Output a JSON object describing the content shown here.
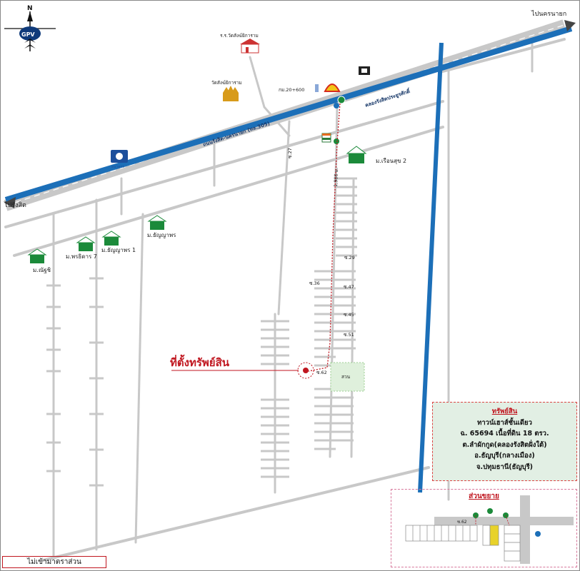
{
  "compass": {
    "north": "N",
    "logo": "GPV",
    "icon": "north-arrow-icon"
  },
  "directions": {
    "nakhon_nayok": "ไปนครนายก",
    "rangsit": "ไปรังสิต"
  },
  "roads": {
    "main_road": "ถนนรังสิต-นครนายก (ทล.305)",
    "canal": "คลองรังสิตประยูรศักดิ์",
    "km_marker": "กม.20+600",
    "soi_27": "ซ.27",
    "distance": "1,900 ม.",
    "soi_29": "ซ.29",
    "soi_36": "ซ.36",
    "soi_47": "ซ.47",
    "soi_45": "ซ.45",
    "soi_51": "ซ.51",
    "soi_62": "ซ.62",
    "park": "สวน"
  },
  "places": {
    "school": "ร.ร.วัดสังฆ์ยิการาม",
    "temple": "วัดสังฆ์ยิการาม",
    "bank": "ธนาคาร",
    "village_ruenruk2": "ม.เรือนสุข 2",
    "village_thanyaporn": "ม.ธัญญาพร",
    "village_thanyaporn1": "ม.ธัญญาพร 1",
    "village_pruksa7": "ม.พรธิดาร 7",
    "village_nanthi": "ม.ณัฐชิ"
  },
  "property_label": "ที่ตั้งทรัพย์สิน",
  "info": {
    "title": "ทรัพย์สิน",
    "line1": "ทาวน์เฮาส์ชั้นเดียว",
    "line2": "ฉ. 65694 เนื้อที่ดิน 18 ตรว.",
    "line3": "ต.ลำผักกูด(คลองรังสิตฝั่งใต้)",
    "line4": "อ.ธัญบุรี(กลางเมือง)",
    "line5": "จ.ปทุมธานี(ธัญบุรี)"
  },
  "inset": {
    "title": "ส่วนขยาย",
    "soi": "ซ.62"
  },
  "note": "ไม่เข้ามาตราส่วน",
  "colors": {
    "canal": "#1c6fb8",
    "road": "#c8c8c8",
    "accent": "#c0161f",
    "village_green": "#1b8a3a"
  }
}
